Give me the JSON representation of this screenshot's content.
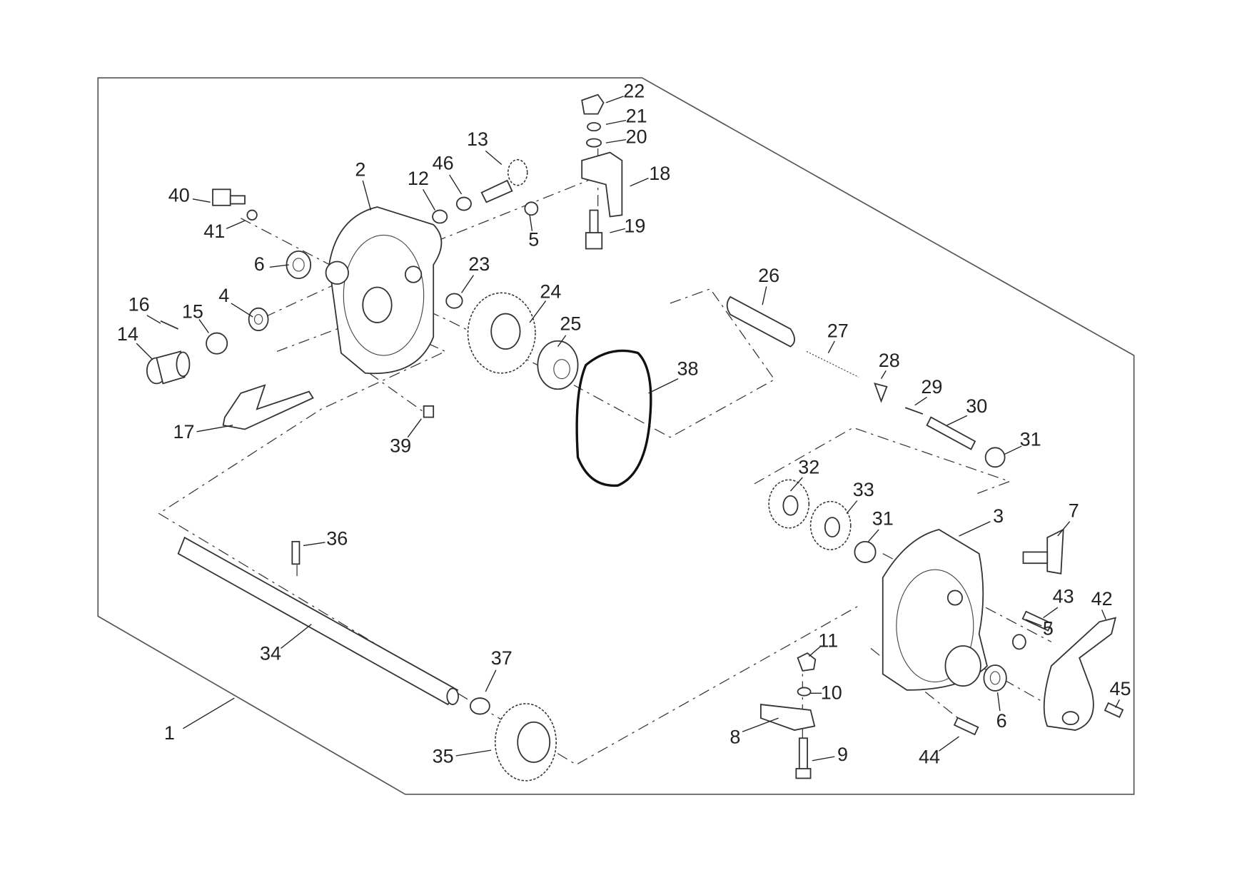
{
  "diagram": {
    "type": "exploded-parts-view",
    "callouts": [
      "1",
      "2",
      "3",
      "4",
      "5",
      "5",
      "6",
      "6",
      "7",
      "8",
      "9",
      "10",
      "11",
      "12",
      "13",
      "14",
      "15",
      "16",
      "17",
      "18",
      "19",
      "20",
      "21",
      "22",
      "23",
      "24",
      "25",
      "26",
      "27",
      "28",
      "29",
      "30",
      "31",
      "31",
      "32",
      "33",
      "34",
      "35",
      "36",
      "37",
      "38",
      "39",
      "40",
      "41",
      "42",
      "43",
      "44",
      "45",
      "46"
    ]
  }
}
